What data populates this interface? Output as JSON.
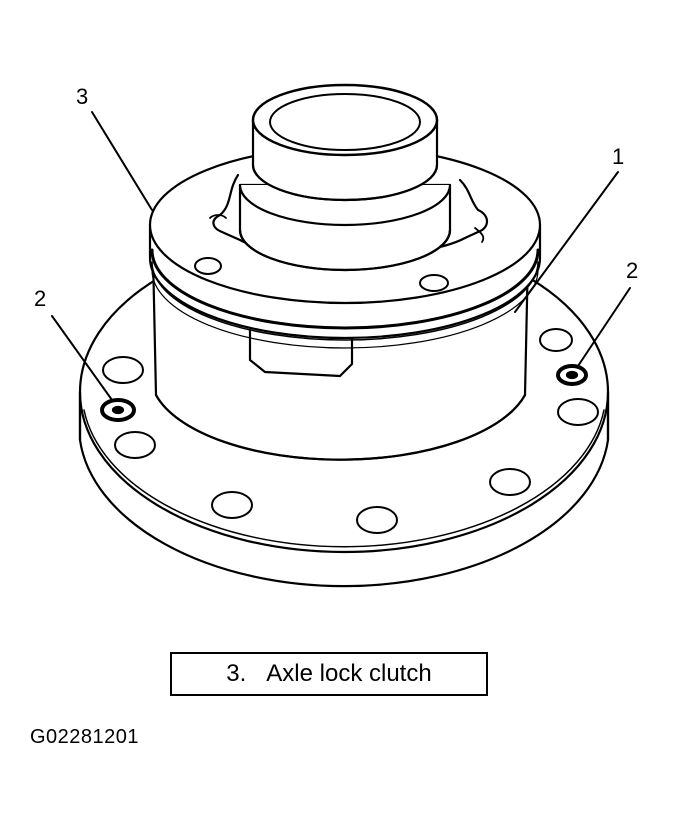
{
  "callouts": {
    "item1": "1",
    "item2_left": "2",
    "item2_right": "2",
    "item3": "3"
  },
  "caption": {
    "number": "3.",
    "text": "Axle lock clutch"
  },
  "figure_id": "G02281201",
  "colors": {
    "line": "#000000",
    "background": "#ffffff"
  }
}
